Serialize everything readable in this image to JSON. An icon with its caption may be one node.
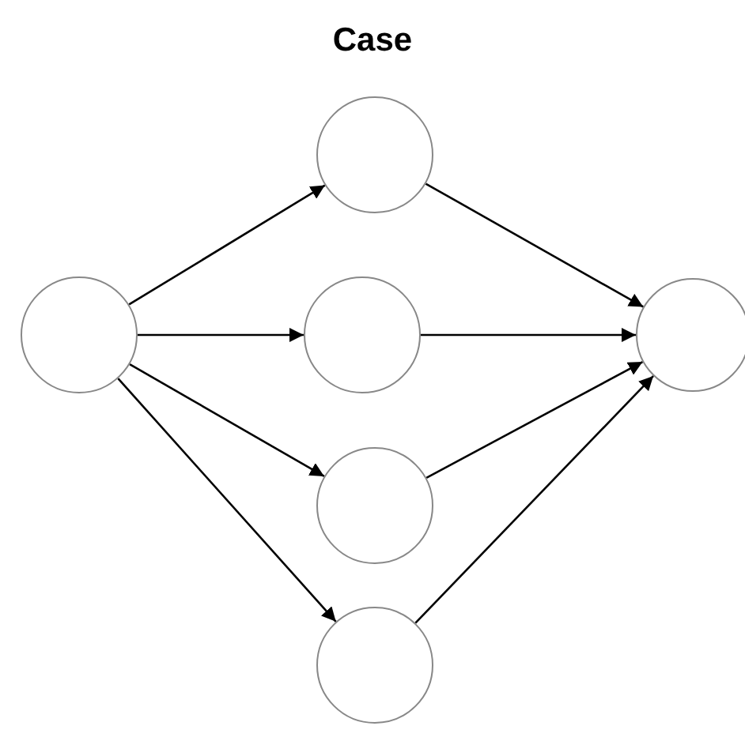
{
  "diagram": {
    "title": "Case",
    "nodes": [
      {
        "text": [],
        "shape": "circle"
      },
      {
        "text": [],
        "shape": "circle"
      },
      {
        "text": [],
        "shape": "circle"
      },
      {
        "text": [],
        "shape": "circle"
      },
      {
        "text": [],
        "shape": "circle"
      },
      {
        "text": [],
        "shape": "circle"
      }
    ],
    "edges": [
      {
        "from": 0,
        "to": 1,
        "arrow": "to"
      },
      {
        "from": 0,
        "to": 2,
        "arrow": "to"
      },
      {
        "from": 0,
        "to": 3,
        "arrow": "to"
      },
      {
        "from": 0,
        "to": 4,
        "arrow": "to"
      },
      {
        "from": 1,
        "to": 5,
        "arrow": "to"
      },
      {
        "from": 2,
        "to": 5,
        "arrow": "to"
      },
      {
        "from": 3,
        "to": 5,
        "arrow": "to"
      },
      {
        "from": 4,
        "to": 5,
        "arrow": "to"
      }
    ]
  }
}
